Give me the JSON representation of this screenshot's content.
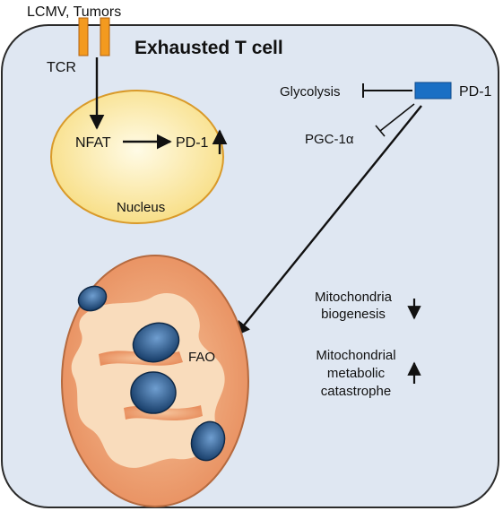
{
  "title": "Exhausted T cell",
  "stimulus": "LCMV, Tumors",
  "receptor": "TCR",
  "nucleus": {
    "label": "Nucleus",
    "nfat": "NFAT",
    "pd1": "PD-1",
    "pd1_change": "up"
  },
  "pd1_receptor": "PD-1",
  "inhibited": [
    "Glycolysis",
    "PGC-1α"
  ],
  "mitochondrion": {
    "process": "FAO"
  },
  "effects": [
    {
      "lines": [
        "Mitochondria",
        "biogenesis"
      ],
      "direction": "down"
    },
    {
      "lines": [
        "Mitochondrial",
        "metabolic",
        "catastrophe"
      ],
      "direction": "up"
    }
  ],
  "colors": {
    "cell": "#dfe7f2",
    "cell_border": "#2b2b2b",
    "nucleus": "#fdf1b8",
    "nucleus_border": "#d99a2a",
    "channel": "#f39a1f",
    "pd1_receptor": "#1a6fc4",
    "mito_outer": "#ef9e73",
    "mito_inner": "#f9dcbc",
    "cristae": "#204d7e"
  }
}
